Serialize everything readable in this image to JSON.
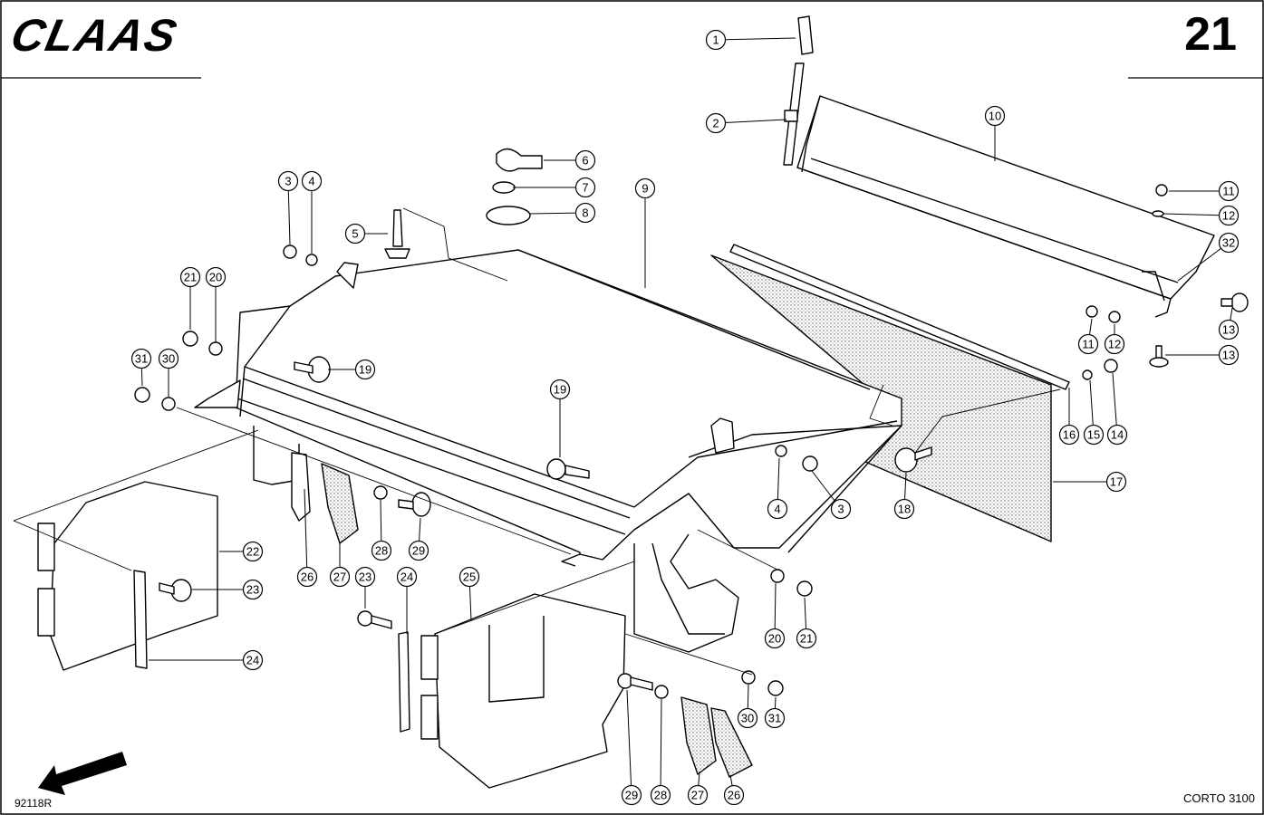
{
  "header": {
    "brand": "CLAAS",
    "page_number": "21"
  },
  "footer": {
    "drawing_id": "92118R",
    "model": "CORTO 3100"
  },
  "callouts": [
    {
      "label": "1"
    },
    {
      "label": "2"
    },
    {
      "label": "3"
    },
    {
      "label": "4"
    },
    {
      "label": "5"
    },
    {
      "label": "6"
    },
    {
      "label": "7"
    },
    {
      "label": "8"
    },
    {
      "label": "9"
    },
    {
      "label": "10"
    },
    {
      "label": "11"
    },
    {
      "label": "12"
    },
    {
      "label": "32"
    },
    {
      "label": "13"
    },
    {
      "label": "11"
    },
    {
      "label": "12"
    },
    {
      "label": "13"
    },
    {
      "label": "21"
    },
    {
      "label": "20"
    },
    {
      "label": "31"
    },
    {
      "label": "30"
    },
    {
      "label": "19"
    },
    {
      "label": "19"
    },
    {
      "label": "16"
    },
    {
      "label": "15"
    },
    {
      "label": "14"
    },
    {
      "label": "4"
    },
    {
      "label": "3"
    },
    {
      "label": "18"
    },
    {
      "label": "17"
    },
    {
      "label": "28"
    },
    {
      "label": "29"
    },
    {
      "label": "22"
    },
    {
      "label": "26"
    },
    {
      "label": "27"
    },
    {
      "label": "23"
    },
    {
      "label": "23"
    },
    {
      "label": "24"
    },
    {
      "label": "25"
    },
    {
      "label": "20"
    },
    {
      "label": "21"
    },
    {
      "label": "24"
    },
    {
      "label": "30"
    },
    {
      "label": "31"
    },
    {
      "label": "29"
    },
    {
      "label": "28"
    },
    {
      "label": "27"
    },
    {
      "label": "26"
    }
  ]
}
